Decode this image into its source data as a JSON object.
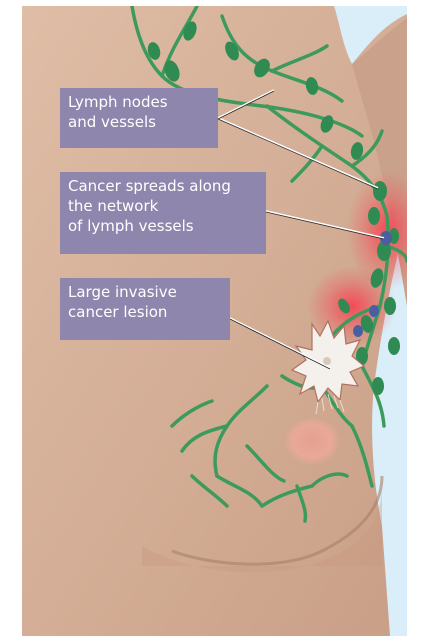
{
  "labels": {
    "lymph_nodes": "Lymph nodes\nand vessels",
    "cancer_spread": "Cancer spreads along\nthe network\nof lymph vessels",
    "invasive_lesion": "Large invasive\ncancer lesion"
  },
  "colors": {
    "background": "#d9eef9",
    "skin": "#d5ae95",
    "skin_shadow": "#a7806a",
    "lymph": "#3d9a5d",
    "node": "#2f8b52",
    "label_bg": "#8f86ad",
    "cancer_glow": "#ff2b44",
    "tumor": "#f4f0ec"
  }
}
